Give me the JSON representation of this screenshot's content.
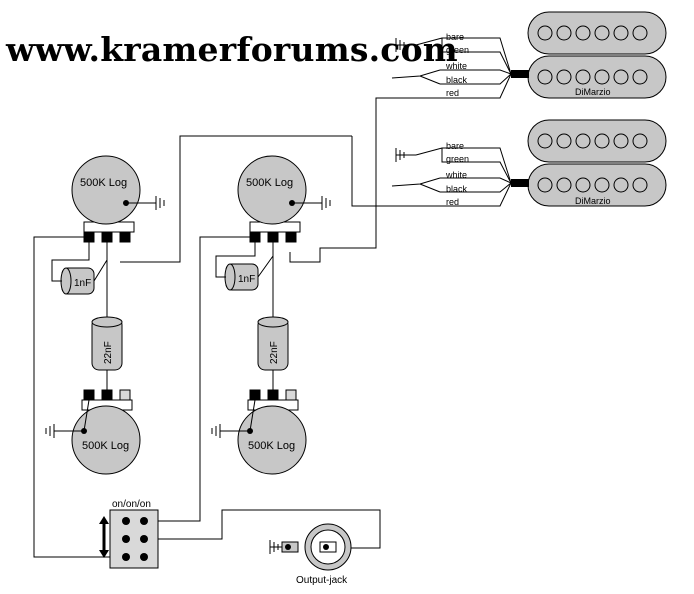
{
  "site": {
    "title": "www.kramerforums.com"
  },
  "pickups": [
    {
      "brand": "DiMarzio",
      "wires": [
        "bare",
        "green",
        "white",
        "black",
        "red"
      ]
    },
    {
      "brand": "DiMarzio",
      "wires": [
        "bare",
        "green",
        "white",
        "black",
        "red"
      ]
    }
  ],
  "volume_pots": [
    {
      "label": "500K Log"
    },
    {
      "label": "500K Log"
    }
  ],
  "tone_pots": [
    {
      "label": "500K Log"
    },
    {
      "label": "500K Log"
    }
  ],
  "treble_bleed_caps": [
    {
      "label": "1nF"
    },
    {
      "label": "1nF"
    }
  ],
  "tone_caps": [
    {
      "label": "22nF"
    },
    {
      "label": "22nF"
    }
  ],
  "switch": {
    "label": "on/on/on"
  },
  "output_jack": {
    "label": "Output-jack"
  }
}
